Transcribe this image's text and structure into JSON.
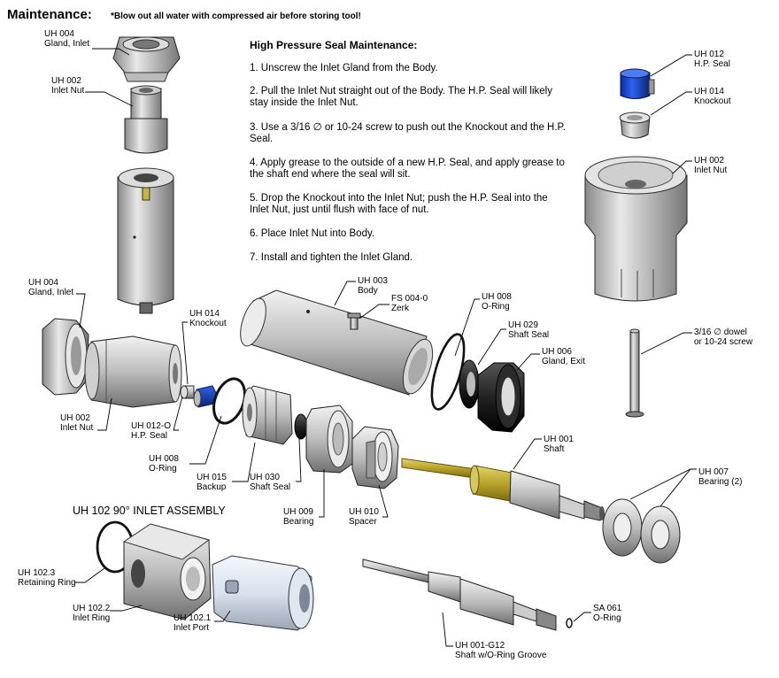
{
  "header": {
    "title": "Maintenance:",
    "note": "*Blow out all water with compressed air before storing tool!"
  },
  "procedure": {
    "title": "High Pressure Seal Maintenance:",
    "steps": [
      "1.  Unscrew the Inlet Gland from the Body.",
      "2.  Pull the Inlet Nut straight out of the Body.  The H.P. Seal will likely stay inside the Inlet Nut.",
      "3.  Use a 3/16 ∅ or 10-24 screw to push out the Knockout and the H.P. Seal.",
      "4.  Apply grease to the outside of a new H.P. Seal, and apply grease to the shaft end where the seal will sit.",
      "5.  Drop the Knockout into the Inlet Nut;  push the H.P. Seal into the Inlet Nut, just until flush with face of nut.",
      "6.  Place Inlet Nut into Body.",
      "7.  Install and tighten the Inlet Gland."
    ]
  },
  "assembly_title": "UH 102 90° INLET ASSEMBLY",
  "labels": {
    "uh004_top": [
      "UH 004",
      "Gland, Inlet"
    ],
    "uh002_top": [
      "UH 002",
      "Inlet Nut"
    ],
    "uh012_right": [
      "UH 012",
      "H.P. Seal"
    ],
    "uh014_right": [
      "UH 014",
      "Knockout"
    ],
    "uh002_right": [
      "UH 002",
      "Inlet Nut"
    ],
    "dowel": [
      "3/16 ∅ dowel",
      "or 10-24 screw"
    ],
    "uh004_mid": [
      "UH 004",
      "Gland, Inlet"
    ],
    "uh014_mid": [
      "UH 014",
      "Knockout"
    ],
    "uh003": [
      "UH 003",
      "Body"
    ],
    "fs004": [
      "FS 004-0",
      "Zerk"
    ],
    "uh008_right": [
      "UH 008",
      "O-Ring"
    ],
    "uh029": [
      "UH 029",
      "Shaft Seal"
    ],
    "uh006": [
      "UH 006",
      "Gland, Exit"
    ],
    "uh002_mid": [
      "UH 002",
      "Inlet Nut"
    ],
    "uh012_mid": [
      "UH 012-O",
      "H.P. Seal"
    ],
    "uh008_mid": [
      "UH 008",
      "O-Ring"
    ],
    "uh015": [
      "UH 015",
      "Backup"
    ],
    "uh030": [
      "UH 030",
      "Shaft Seal"
    ],
    "uh009": [
      "UH 009",
      "Bearing"
    ],
    "uh010": [
      "UH 010",
      "Spacer"
    ],
    "uh001": [
      "UH 001",
      "Shaft"
    ],
    "uh007": [
      "UH 007",
      "Bearing (2)"
    ],
    "uh1023": [
      "UH 102.3",
      "Retaining Ring"
    ],
    "uh1022": [
      "UH 102.2",
      "Inlet Ring"
    ],
    "uh1021": [
      "UH 102.1",
      "Inlet Port"
    ],
    "sa061": [
      "SA 061",
      "O-Ring"
    ],
    "uh001g": [
      "UH 001-G12",
      "Shaft w/O-Ring Groove"
    ]
  },
  "colors": {
    "seal_blue": "#1f4fd6",
    "shaft_brass": "#c9b43a",
    "metal": "#c8c8c8"
  }
}
